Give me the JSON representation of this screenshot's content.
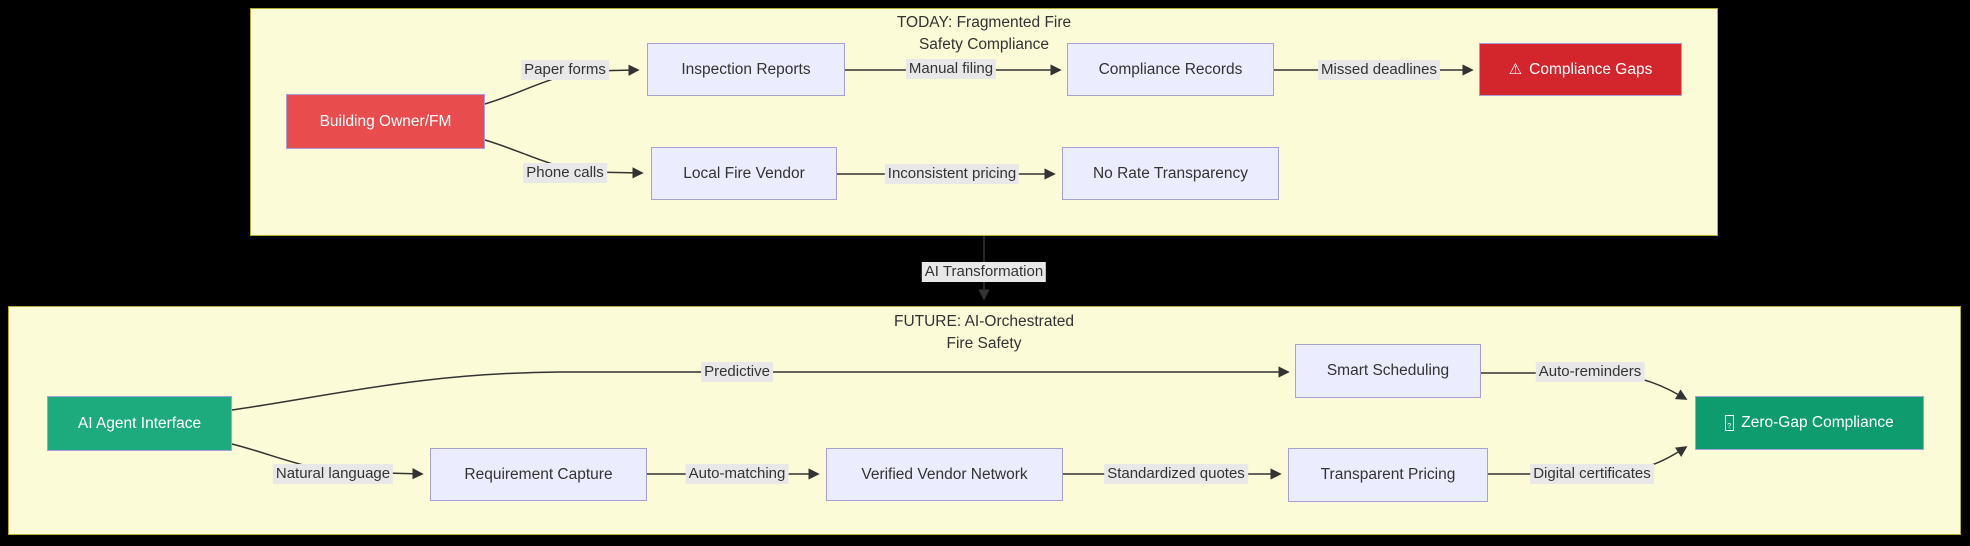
{
  "colors": {
    "cluster_fill": "#FCFBD7",
    "cluster_border": "#B3AD33",
    "node_lavender": "#ECECFF",
    "node_border": "#A79FDB",
    "red_actor": "#E84C4C",
    "red_alert": "#D2252C",
    "green_agent": "#1DAB7D",
    "green_goal": "#0E9C6E",
    "edge_color": "#333333",
    "edge_label_bg": "#E8E8E8",
    "text_dark": "#333333",
    "text_light": "#FFFFFF",
    "page_bg": "#000000"
  },
  "today": {
    "title_line1": "TODAY: Fragmented Fire",
    "title_line2": "Safety Compliance",
    "nodes": {
      "building_owner": "Building Owner/FM",
      "inspection_reports": "Inspection Reports",
      "compliance_records": "Compliance Records",
      "compliance_gaps": "Compliance Gaps",
      "local_fire_vendor": "Local Fire Vendor",
      "no_rate_transparency": "No Rate Transparency"
    },
    "warning_glyph": "⚠",
    "edge_labels": {
      "paper_forms": "Paper forms",
      "manual_filing": "Manual filing",
      "missed_deadlines": "Missed deadlines",
      "phone_calls": "Phone calls",
      "inconsistent_pricing": "Inconsistent pricing"
    }
  },
  "transition": {
    "label": "AI Transformation"
  },
  "future": {
    "title_line1": "FUTURE: AI-Orchestrated",
    "title_line2": "Fire Safety",
    "nodes": {
      "ai_agent": "AI Agent Interface",
      "smart_scheduling": "Smart Scheduling",
      "requirement_capture": "Requirement Capture",
      "verified_vendor": "Verified Vendor Network",
      "transparent_pricing": "Transparent Pricing",
      "zero_gap": "Zero-Gap Compliance"
    },
    "edge_labels": {
      "predictive": "Predictive",
      "auto_reminders": "Auto-reminders",
      "natural_language": "Natural language",
      "auto_matching": "Auto-matching",
      "standardized_quotes": "Standardized quotes",
      "digital_certificates": "Digital certificates"
    }
  }
}
